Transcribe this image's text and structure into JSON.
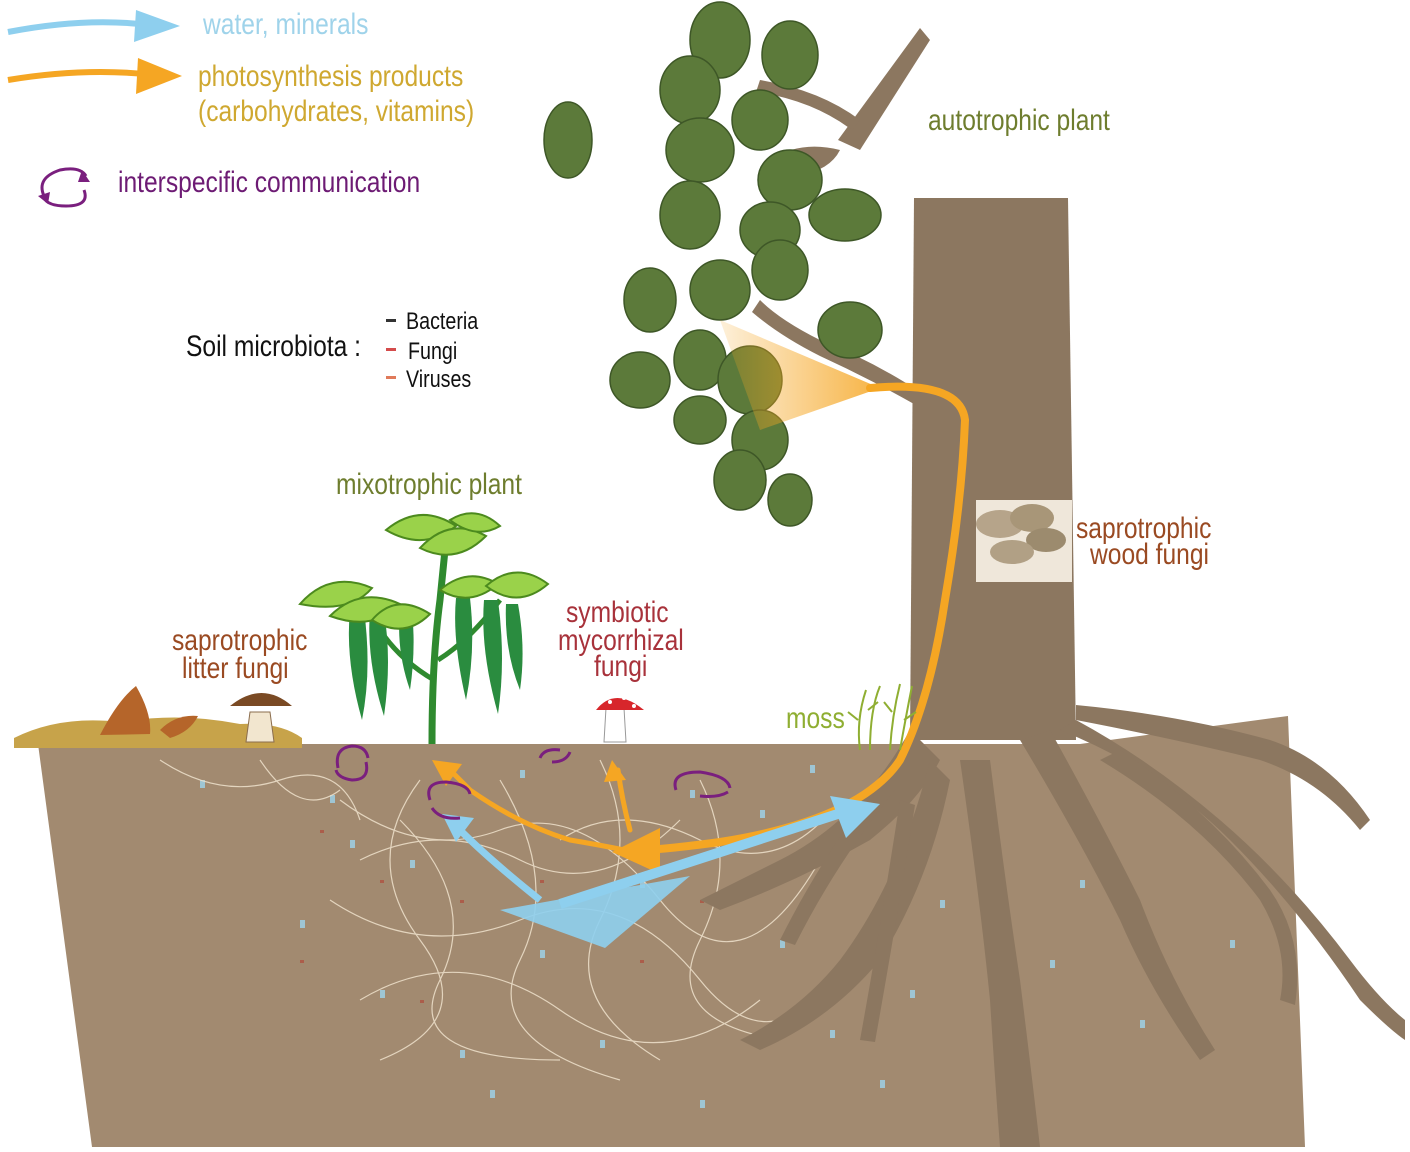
{
  "legend": {
    "water": "water, minerals",
    "photo_line1": "photosynthesis products",
    "photo_line2": "(carbohydrates, vitamins)",
    "communication": "interspecific communication"
  },
  "labels": {
    "autotrophic": "autotrophic plant",
    "mixotrophic": "mixotrophic plant",
    "wood_fungi_1": "saprotrophic",
    "wood_fungi_2": "wood fungi",
    "litter_fungi_1": "saprotrophic",
    "litter_fungi_2": "litter fungi",
    "myco_1": "symbiotic",
    "myco_2": "mycorrhizal",
    "myco_3": "fungi",
    "moss": "moss"
  },
  "microbiota": {
    "title": "Soil microbiota :",
    "items": [
      "Bacteria",
      "Fungi",
      "Viruses"
    ]
  },
  "colors": {
    "water": "#8ecfee",
    "photo": "#f5a623",
    "communication": "#7a1f7e",
    "soil": "#a28a70",
    "bark": "#8c7760",
    "leaf": "#5c7a3a",
    "mixo_leaf": "#9ad24a"
  },
  "icons": {
    "water_arrow": "arrow-right-icon",
    "photo_arrow": "arrow-right-icon",
    "communication": "cycle-arrows-icon"
  }
}
